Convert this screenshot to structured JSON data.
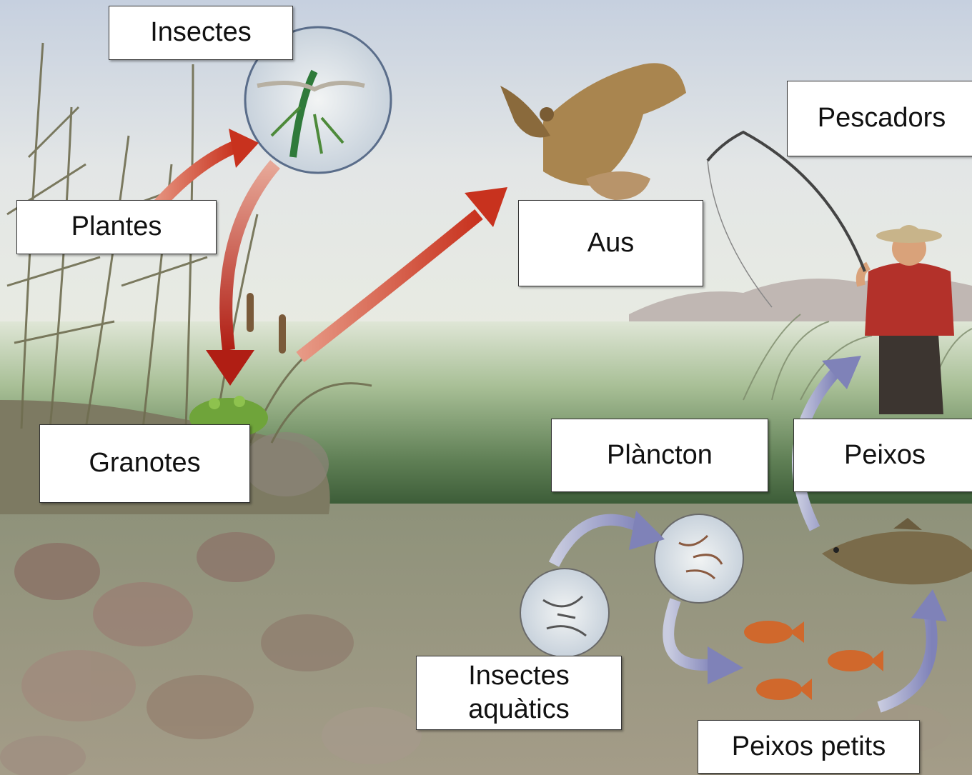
{
  "labels": {
    "insectes": "Insectes",
    "plantes": "Plantes",
    "granotes": "Granotes",
    "aus": "Aus",
    "pescadors": "Pescadors",
    "plancton": "Plàncton",
    "peixos": "Peixos",
    "insectes_aquatics": "Insectes\naquàtics",
    "peixos_petits": "Peixos petits"
  },
  "colors": {
    "land_arrow": "#c8321e",
    "water_arrow": "#8c8cc0",
    "sky_top": "#c9d4e3",
    "water_deep": "#3f5f3a",
    "bottom_ground": "#8d846e"
  }
}
